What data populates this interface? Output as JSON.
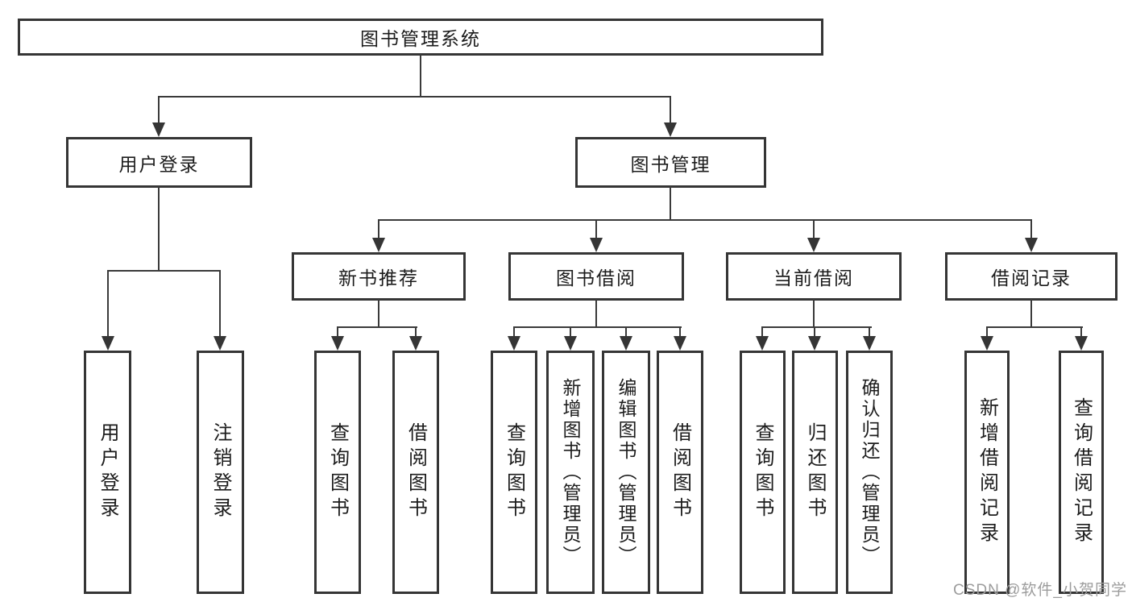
{
  "title": "图书管理系统",
  "watermark": "CSDN @软件_小贺同学",
  "colors": {
    "line": "#3a3a3a",
    "border": "#353535",
    "text": "#1c1c1c",
    "watermark": "#9c9c9c",
    "background": "#ffffff"
  },
  "structure": {
    "label": "图书管理系统",
    "children": [
      {
        "label": "用户登录",
        "children": [
          {
            "label": "用户登录"
          },
          {
            "label": "注销登录"
          }
        ]
      },
      {
        "label": "图书管理",
        "children": [
          {
            "label": "新书推荐",
            "children": [
              {
                "label": "查询图书"
              },
              {
                "label": "借阅图书"
              }
            ]
          },
          {
            "label": "图书借阅",
            "children": [
              {
                "label": "查询图书"
              },
              {
                "label": "新增图书（管理员）"
              },
              {
                "label": "编辑图书（管理员）"
              },
              {
                "label": "借阅图书"
              }
            ]
          },
          {
            "label": "当前借阅",
            "children": [
              {
                "label": "查询图书"
              },
              {
                "label": "归还图书"
              },
              {
                "label": "确认归还（管理员）"
              }
            ]
          },
          {
            "label": "借阅记录",
            "children": [
              {
                "label": "新增借阅记录"
              },
              {
                "label": "查询借阅记录"
              }
            ]
          }
        ]
      }
    ]
  }
}
